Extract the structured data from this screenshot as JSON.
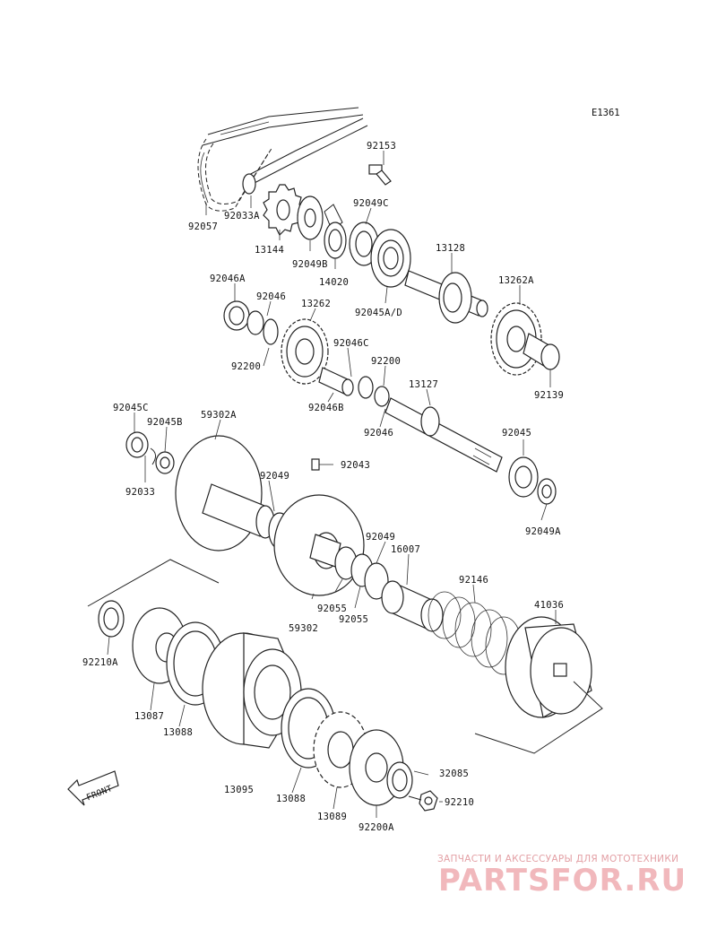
{
  "diagram_code": "E1361",
  "front_label": "FRONT",
  "watermark": {
    "line": "ЗАПЧАСТИ И АКСЕССУАРЫ ДЛЯ МОТОТЕХНИКИ",
    "brand": "PARTSFOR.RU"
  },
  "parts": [
    "92153",
    "92057",
    "92033A",
    "13144",
    "92049C",
    "92049B",
    "14020",
    "13128",
    "92045A/D",
    "92046A",
    "92046",
    "13262",
    "13262A",
    "92200",
    "92046C",
    "92139",
    "92046B",
    "13127",
    "92045C",
    "92045B",
    "59302A",
    "92046",
    "92043",
    "92049",
    "92033",
    "92045",
    "92049",
    "16007",
    "92049A",
    "92146",
    "41036",
    "92055",
    "92055",
    "59302",
    "92210A",
    "13087",
    "13088",
    "13095",
    "13088",
    "13089",
    "92200A",
    "32085",
    "92210",
    "92200"
  ]
}
